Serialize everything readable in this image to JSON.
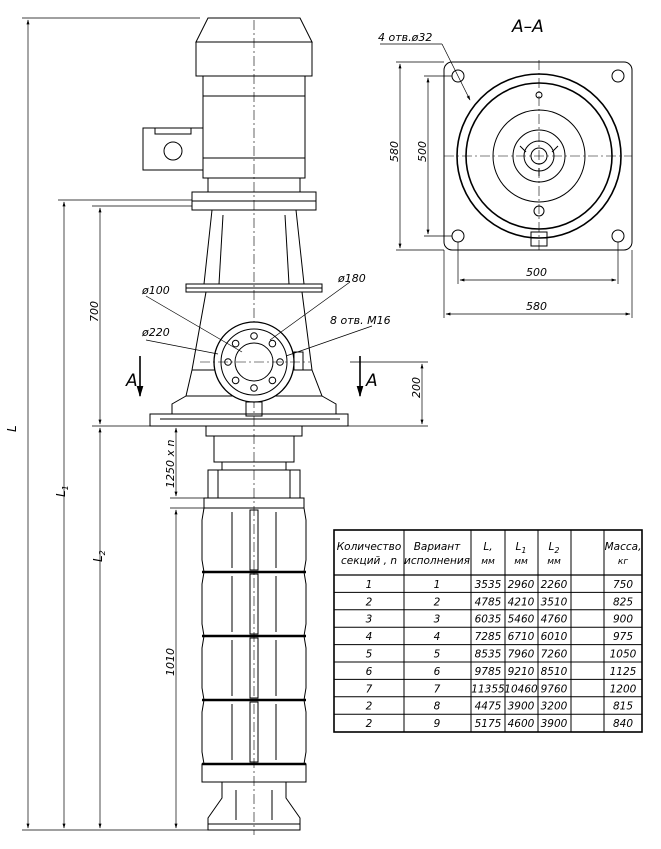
{
  "section": {
    "title": "A–A",
    "holes": "4 отв.ø32",
    "dim_580_v": "580",
    "dim_500_v": "500",
    "dim_500_h": "500",
    "dim_580_h": "580"
  },
  "pump": {
    "L": "L",
    "L1": "L",
    "L1_sub": "1",
    "L2": "L",
    "L2_sub": "2",
    "dim_700": "700",
    "dim_200": "200",
    "dim_1250n": "1250 х n",
    "dim_1010": "1010",
    "d100": "ø100",
    "d180": "ø180",
    "d220": "ø220",
    "m16": "8 отв. М16",
    "cut_left": "A",
    "cut_right": "A"
  },
  "table": {
    "headers": [
      [
        "Количество",
        "секций , n"
      ],
      [
        "Вариант",
        "исполнения"
      ],
      [
        "L,",
        "мм"
      ],
      [
        "L",
        "мм",
        "1"
      ],
      [
        "L",
        "мм",
        "2"
      ],
      [
        "Масса,",
        "кг"
      ]
    ],
    "rows": [
      [
        "1",
        "1",
        "3535",
        "2960",
        "2260",
        "750"
      ],
      [
        "2",
        "2",
        "4785",
        "4210",
        "3510",
        "825"
      ],
      [
        "3",
        "3",
        "6035",
        "5460",
        "4760",
        "900"
      ],
      [
        "4",
        "4",
        "7285",
        "6710",
        "6010",
        "975"
      ],
      [
        "5",
        "5",
        "8535",
        "7960",
        "7260",
        "1050"
      ],
      [
        "6",
        "6",
        "9785",
        "9210",
        "8510",
        "1125"
      ],
      [
        "7",
        "7",
        "11355",
        "10460",
        "9760",
        "1200"
      ],
      [
        "2",
        "8",
        "4475",
        "3900",
        "3200",
        "815"
      ],
      [
        "2",
        "9",
        "5175",
        "4600",
        "3900",
        "840"
      ]
    ]
  }
}
